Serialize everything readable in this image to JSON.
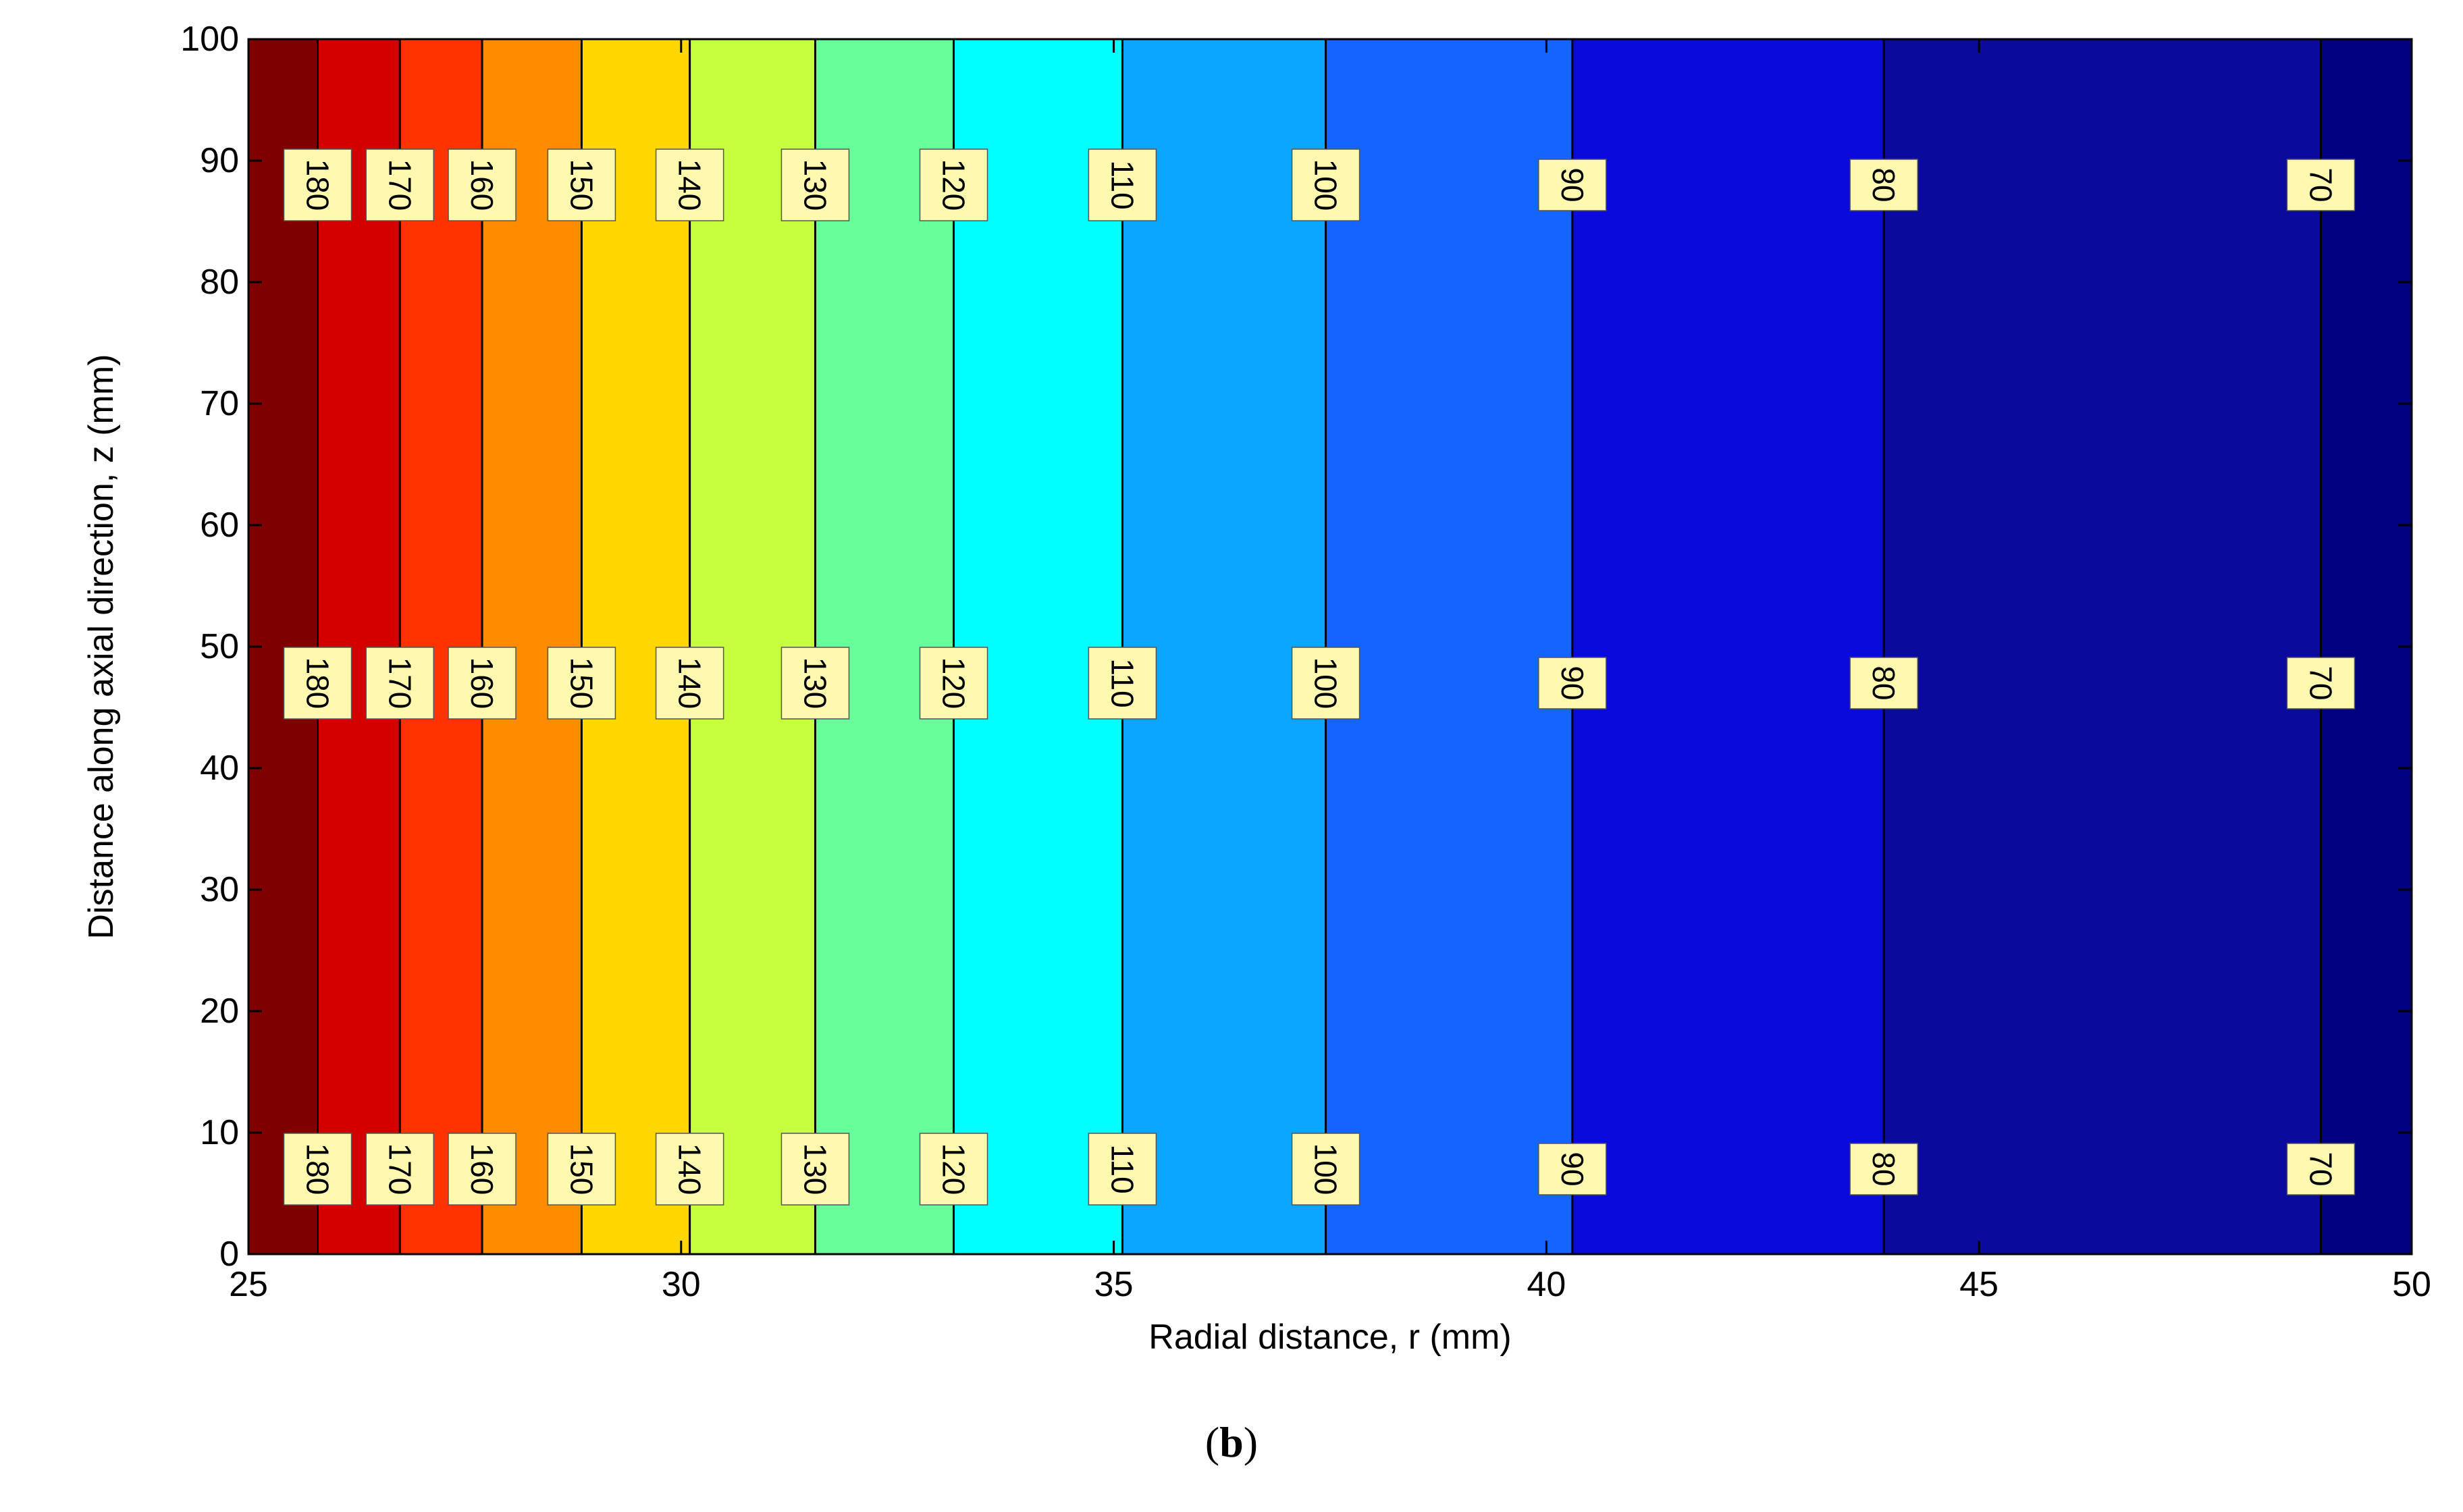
{
  "chart_data": {
    "type": "heatmap",
    "subtype": "filled-contour",
    "xlabel": "Radial distance, r (mm)",
    "ylabel": "Distance along axial direction, z (mm)",
    "xlim": [
      25,
      50
    ],
    "ylim": [
      0,
      100
    ],
    "xticks": [
      25,
      30,
      35,
      40,
      45,
      50
    ],
    "yticks": [
      0,
      10,
      20,
      30,
      40,
      50,
      60,
      70,
      80,
      90,
      100
    ],
    "grid": false,
    "contour_levels": [
      {
        "value": 180,
        "r": 25.8
      },
      {
        "value": 170,
        "r": 26.75
      },
      {
        "value": 160,
        "r": 27.7
      },
      {
        "value": 150,
        "r": 28.85
      },
      {
        "value": 140,
        "r": 30.1
      },
      {
        "value": 130,
        "r": 31.55
      },
      {
        "value": 120,
        "r": 33.15
      },
      {
        "value": 110,
        "r": 35.1
      },
      {
        "value": 100,
        "r": 37.45
      },
      {
        "value": 90,
        "r": 40.3
      },
      {
        "value": 80,
        "r": 43.9
      },
      {
        "value": 70,
        "r": 48.95
      }
    ],
    "band_colors": [
      "#7f0000",
      "#d40000",
      "#ff3300",
      "#ff8c00",
      "#ffd700",
      "#c6ff3d",
      "#66ff99",
      "#00ffff",
      "#0aa6ff",
      "#1464ff",
      "#0a0adc",
      "#0a0a9c",
      "#000080"
    ],
    "label_z": [
      7,
      47,
      88
    ]
  },
  "caption": {
    "open": "(",
    "letter": "b",
    "close": ")"
  }
}
